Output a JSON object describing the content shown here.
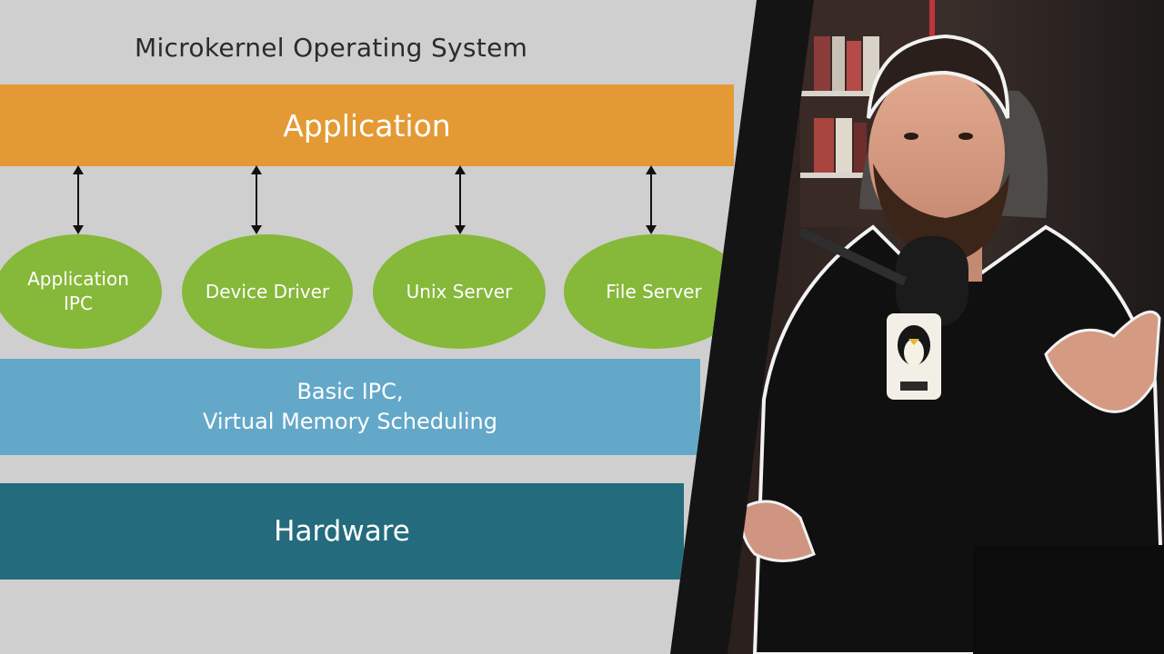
{
  "diagram": {
    "title": "Microkernel Operating System",
    "application": "Application",
    "servers": [
      {
        "line1": "Application",
        "line2": "IPC"
      },
      {
        "line1": "Device Driver",
        "line2": ""
      },
      {
        "line1": "Unix Server",
        "line2": ""
      },
      {
        "line1": "File Server",
        "line2": ""
      }
    ],
    "kernel": {
      "line1": "Basic IPC,",
      "line2": "Virtual Memory Scheduling"
    },
    "hardware": "Hardware"
  },
  "colors": {
    "application": "#e39a34",
    "server": "#86b83a",
    "kernel": "#64a8c9",
    "hardware": "#236b7d",
    "background": "#cfcfcf"
  },
  "photo": {
    "subject": "presenter at microphone gesturing with both hands",
    "mug_icon": "penguin-mascot-icon"
  }
}
